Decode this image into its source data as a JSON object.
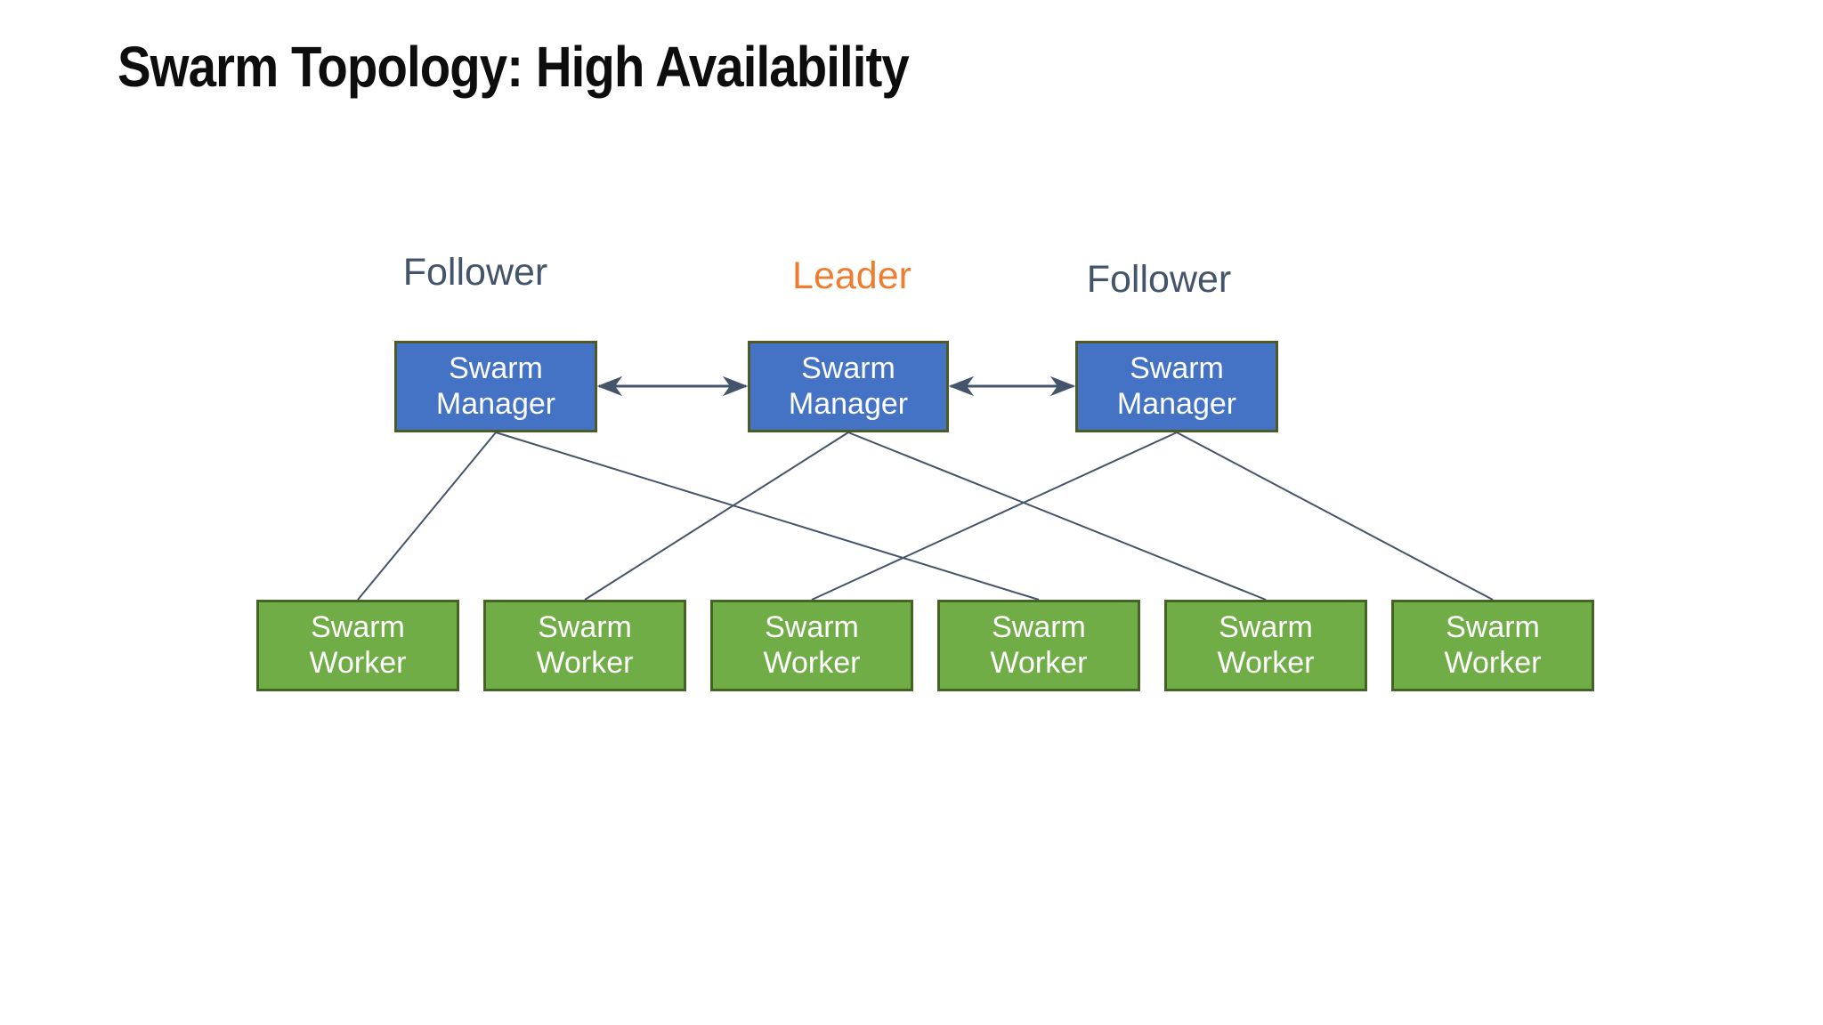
{
  "slide": {
    "title": "Swarm Topology: High Availability",
    "roles": [
      {
        "label": "Follower",
        "role": "follower"
      },
      {
        "label": "Leader",
        "role": "leader"
      },
      {
        "label": "Follower",
        "role": "follower"
      }
    ],
    "managers": [
      {
        "line1": "Swarm",
        "line2": "Manager"
      },
      {
        "line1": "Swarm",
        "line2": "Manager"
      },
      {
        "line1": "Swarm",
        "line2": "Manager"
      }
    ],
    "workers": [
      {
        "line1": "Swarm",
        "line2": "Worker"
      },
      {
        "line1": "Swarm",
        "line2": "Worker"
      },
      {
        "line1": "Swarm",
        "line2": "Worker"
      },
      {
        "line1": "Swarm",
        "line2": "Worker"
      },
      {
        "line1": "Swarm",
        "line2": "Worker"
      },
      {
        "line1": "Swarm",
        "line2": "Worker"
      }
    ],
    "edges": [
      {
        "from_manager": 0,
        "to_worker": 0
      },
      {
        "from_manager": 0,
        "to_worker": 3
      },
      {
        "from_manager": 1,
        "to_worker": 1
      },
      {
        "from_manager": 1,
        "to_worker": 4
      },
      {
        "from_manager": 2,
        "to_worker": 2
      },
      {
        "from_manager": 2,
        "to_worker": 5
      }
    ],
    "peer_links": [
      {
        "from_manager": 0,
        "to_manager": 1,
        "bidirectional": true
      },
      {
        "from_manager": 1,
        "to_manager": 2,
        "bidirectional": true
      }
    ],
    "colors": {
      "background": "#FFFFFF",
      "title": "#0D0D0D",
      "manager_fill": "#4472C4",
      "manager_border": "#4C5B26",
      "worker_fill": "#70AD47",
      "worker_border": "#456325",
      "connector": "#44546A",
      "follower_label": "#44546A",
      "leader_label": "#ED7D31",
      "node_text": "#FFFFFF"
    }
  }
}
